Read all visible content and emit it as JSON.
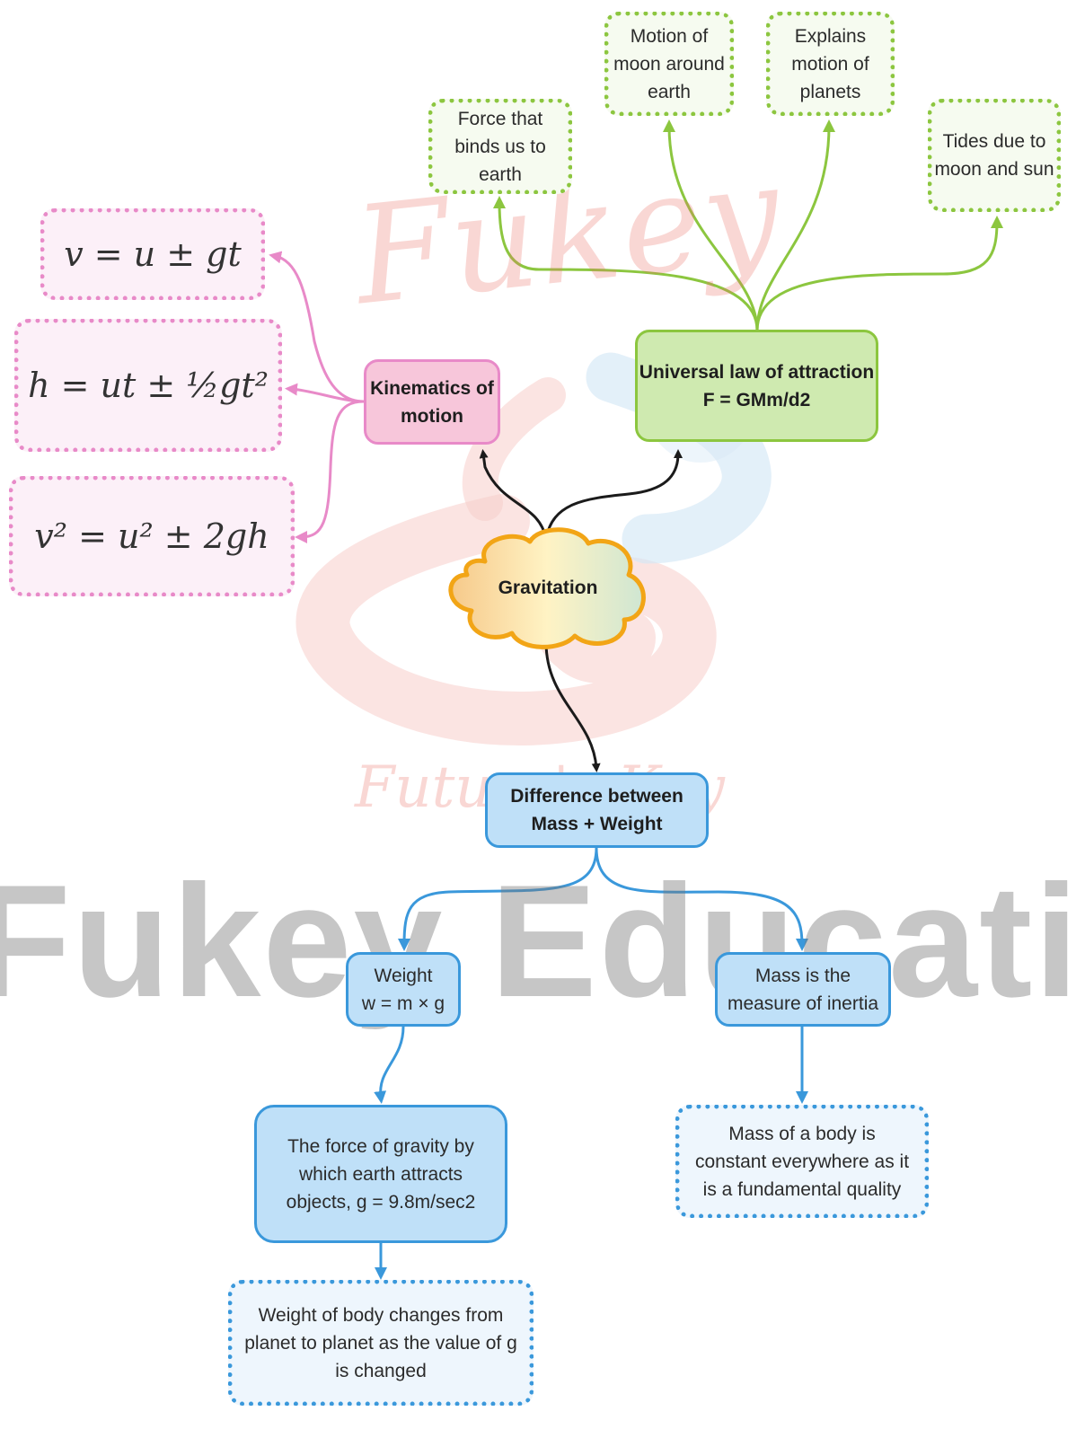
{
  "center": {
    "label": "Gravitation"
  },
  "kinematics": {
    "title": "Kinematics of motion",
    "formulas": [
      "v = u ± gt",
      "h = ut ± ½gt²",
      "v² = u² ± 2gh"
    ]
  },
  "universal_law": {
    "title": "Universal law of attraction",
    "formula": "F = GMm/d2",
    "applications": [
      "Force that binds us to earth",
      "Motion of moon around earth",
      "Explains motion of planets",
      "Tides due to moon and sun"
    ]
  },
  "mass_weight": {
    "title": "Difference between Mass + Weight",
    "weight_title": "Weight",
    "weight_formula": "w = m × g",
    "weight_definition": "The force of gravity by which earth attracts objects, g = 9.8m/sec2",
    "weight_note": "Weight of body changes from planet to planet as the value of g is changed",
    "mass_title": "Mass is the measure of inertia",
    "mass_note": "Mass of a body is constant everywhere as it is a fundamental quality"
  },
  "watermarks": {
    "script": "Fukey",
    "small": "Future's Key",
    "large": "Fukey Education"
  },
  "colors": {
    "green": "#8cc63f",
    "pink": "#e88ac8",
    "blue": "#3a98db",
    "cloud_border": "#f2a516",
    "arrow_dark": "#1b1b1b"
  }
}
